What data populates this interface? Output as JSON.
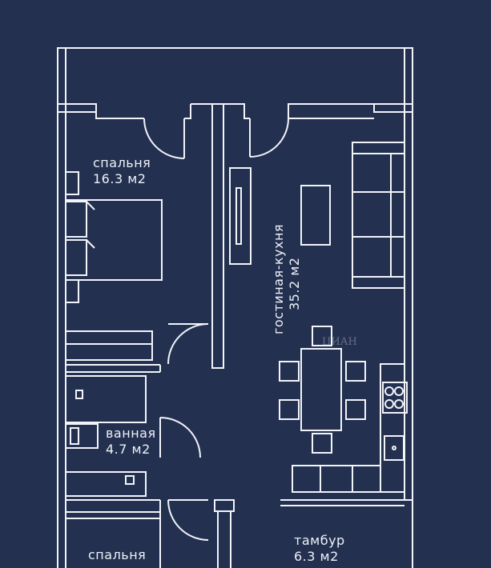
{
  "colors": {
    "background": "#23304f",
    "lines": "#f2f4fa"
  },
  "rooms": {
    "bedroom1": {
      "name": "спальня",
      "area": "16.3 м2"
    },
    "living": {
      "name": "гостиная-кухня",
      "area": "35.2 м2"
    },
    "bathroom": {
      "name": "ванная",
      "area": "4.7 м2"
    },
    "vestibule": {
      "name": "тамбур",
      "area": "6.3 м2"
    },
    "bedroom2": {
      "name": "спальня",
      "area": ""
    }
  },
  "watermark": {
    "text": "ЦИАН"
  }
}
